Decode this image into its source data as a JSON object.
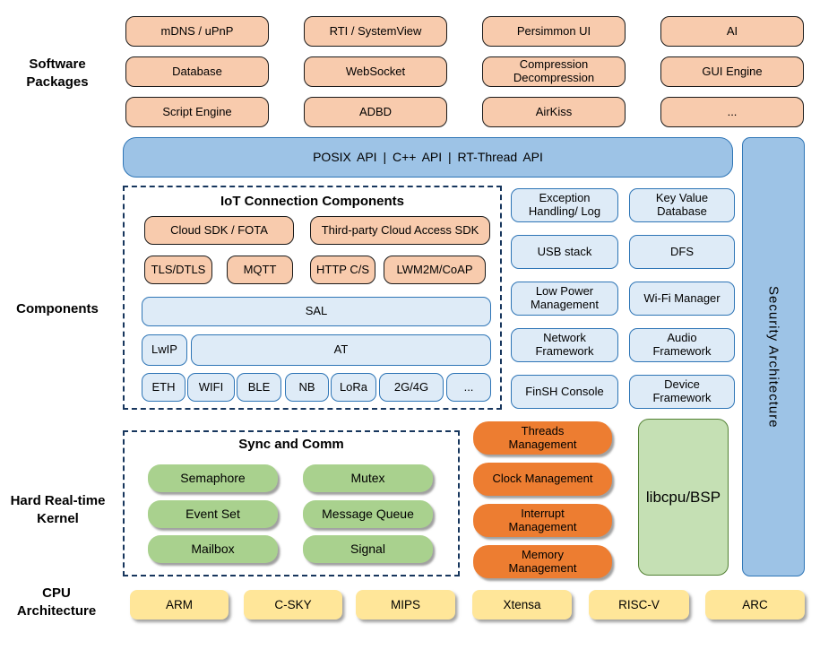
{
  "section_labels": {
    "software_packages": "Software\nPackages",
    "components": "Components",
    "kernel": "Hard Real-time\nKernel",
    "cpu": "CPU\nArchitecture"
  },
  "software_packages": {
    "items": [
      "mDNS / uPnP",
      "RTI / SystemView",
      "Persimmon UI",
      "AI",
      "Database",
      "WebSocket",
      "Compression\nDecompression",
      "GUI Engine",
      "Script Engine",
      "ADBD",
      "AirKiss",
      "..."
    ]
  },
  "api_bar": {
    "label": "POSIX API  |  C++ API  |  RT-Thread API"
  },
  "iot": {
    "title": "IoT Connection Components",
    "row1": [
      "Cloud SDK / FOTA",
      "Third-party Cloud Access SDK"
    ],
    "row2": [
      "TLS/DTLS",
      "MQTT",
      "HTTP C/S",
      "LWM2M/CoAP"
    ],
    "sal": "SAL",
    "lwip": "LwIP",
    "at": "AT",
    "row5": [
      "ETH",
      "WIFI",
      "BLE",
      "NB",
      "LoRa",
      "2G/4G",
      "..."
    ]
  },
  "components_right": {
    "items": [
      "Exception\nHandling/ Log",
      "Key Value\nDatabase",
      "USB stack",
      "DFS",
      "Low Power\nManagement",
      "Wi-Fi Manager",
      "Network\nFramework",
      "Audio\nFramework",
      "FinSH Console",
      "Device\nFramework"
    ]
  },
  "security": {
    "label": "Security Architecture"
  },
  "kernel": {
    "sync_title": "Sync and Comm",
    "sync_items": [
      "Semaphore",
      "Mutex",
      "Event Set",
      "Message Queue",
      "Mailbox",
      "Signal"
    ],
    "mgmt_items": [
      "Threads\nManagement",
      "Clock Management",
      "Interrupt\nManagement",
      "Memory\nManagement"
    ],
    "libcpu": "libcpu/BSP"
  },
  "cpu_architecture": {
    "items": [
      "ARM",
      "C-SKY",
      "MIPS",
      "Xtensa",
      "RISC-V",
      "ARC"
    ]
  },
  "colors": {
    "light_orange": "#F8CBAD",
    "blue": "#9DC3E6",
    "light_blue": "#DEEBF7",
    "blue_border": "#2E75B6",
    "green": "#A9D18E",
    "dark_orange": "#ED7D31",
    "light_green": "#C5E0B4",
    "green_border": "#538135",
    "yellow": "#FFE699",
    "dash_navy": "#17365D"
  }
}
